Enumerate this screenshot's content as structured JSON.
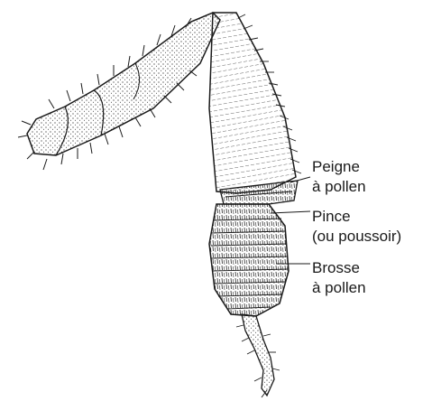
{
  "labels": {
    "peigne": {
      "line1": "Peigne",
      "line2": "à pollen"
    },
    "pince": {
      "line1": "Pince",
      "line2": "(ou poussoir)"
    },
    "brosse": {
      "line1": "Brosse",
      "line2": "à pollen"
    }
  },
  "colors": {
    "ink": "#1a1a1a",
    "background": "#ffffff"
  }
}
